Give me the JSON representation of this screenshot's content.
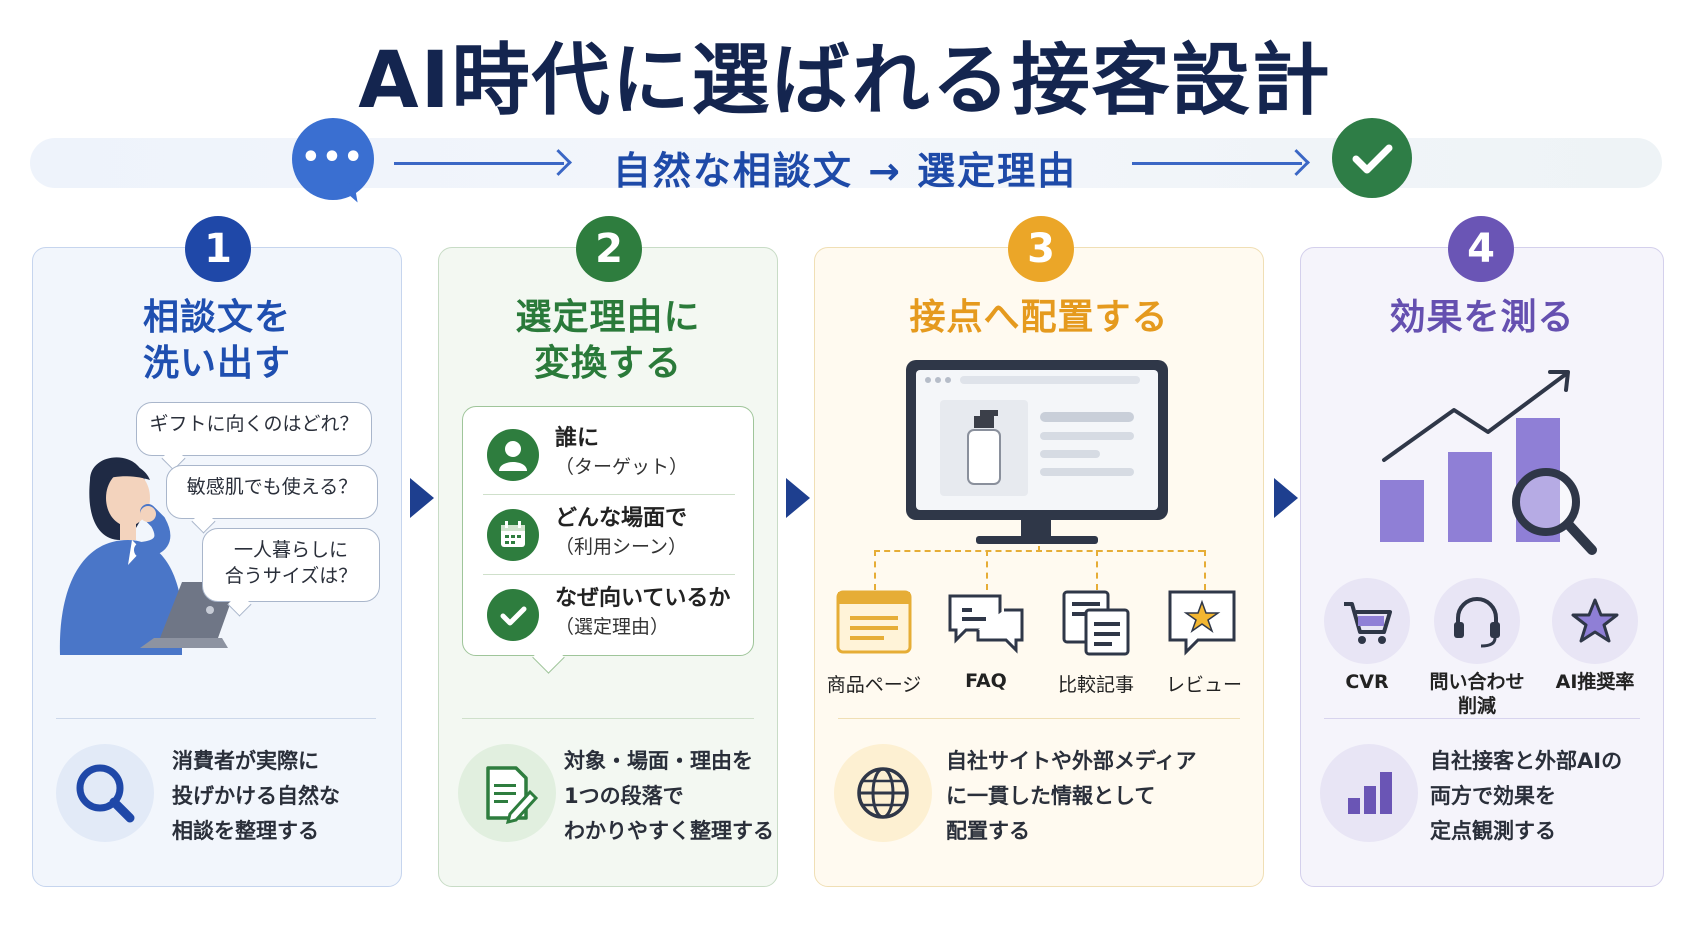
{
  "title": "AI時代に選ばれる接客設計",
  "flow": {
    "text": "自然な相談文 → 選定理由"
  },
  "steps": [
    {
      "number": "1",
      "title_line1": "相談文を",
      "title_line2": "洗い出す",
      "questions": [
        "ギフトに向くのはどれ？",
        "敏感肌でも使える？",
        "一人暮らしに",
        "合うサイズは？"
      ],
      "description": [
        "消費者が実際に",
        "投げかける自然な",
        "相談を整理する"
      ]
    },
    {
      "number": "2",
      "title_line1": "選定理由に",
      "title_line2": "変換する",
      "rows": [
        {
          "label": "誰に",
          "sub": "（ターゲット）"
        },
        {
          "label": "どんな場面で",
          "sub": "（利用シーン）"
        },
        {
          "label": "なぜ向いているか",
          "sub": "（選定理由）"
        }
      ],
      "description": [
        "対象・場面・理由を",
        "1つの段落で",
        "わかりやすく整理する"
      ]
    },
    {
      "number": "3",
      "title_line1": "接点へ配置する",
      "touchpoints": [
        "商品ページ",
        "FAQ",
        "比較記事",
        "レビュー"
      ],
      "description": [
        "自社サイトや外部メディア",
        "に一貫した情報として",
        "配置する"
      ]
    },
    {
      "number": "4",
      "title_line1": "効果を測る",
      "metrics": [
        {
          "line1": "CVR",
          "line2": ""
        },
        {
          "line1": "問い合わせ",
          "line2": "削減"
        },
        {
          "line1": "AI推奨率",
          "line2": ""
        }
      ],
      "description": [
        "自社接客と外部AIの",
        "両方で効果を",
        "定点観測する"
      ]
    }
  ],
  "colors": {
    "navy": "#14254f",
    "blue": "#1f48a8",
    "green": "#2e7d3e",
    "orange": "#eba628",
    "purple": "#6a55b5"
  }
}
